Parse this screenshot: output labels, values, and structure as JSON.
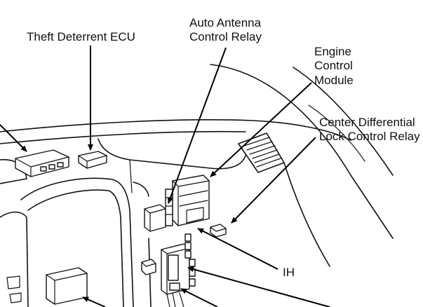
{
  "labels": {
    "theft_ecu": "Theft Deterrent ECU",
    "antenna_line1": "Auto Antenna",
    "antenna_line2": "Control Relay",
    "engine_line1": "Engine",
    "engine_line2": "Control",
    "engine_line3": "Module",
    "center_line1": "Center Differential",
    "center_line2": "Lock Control Relay",
    "ih": "IH"
  }
}
